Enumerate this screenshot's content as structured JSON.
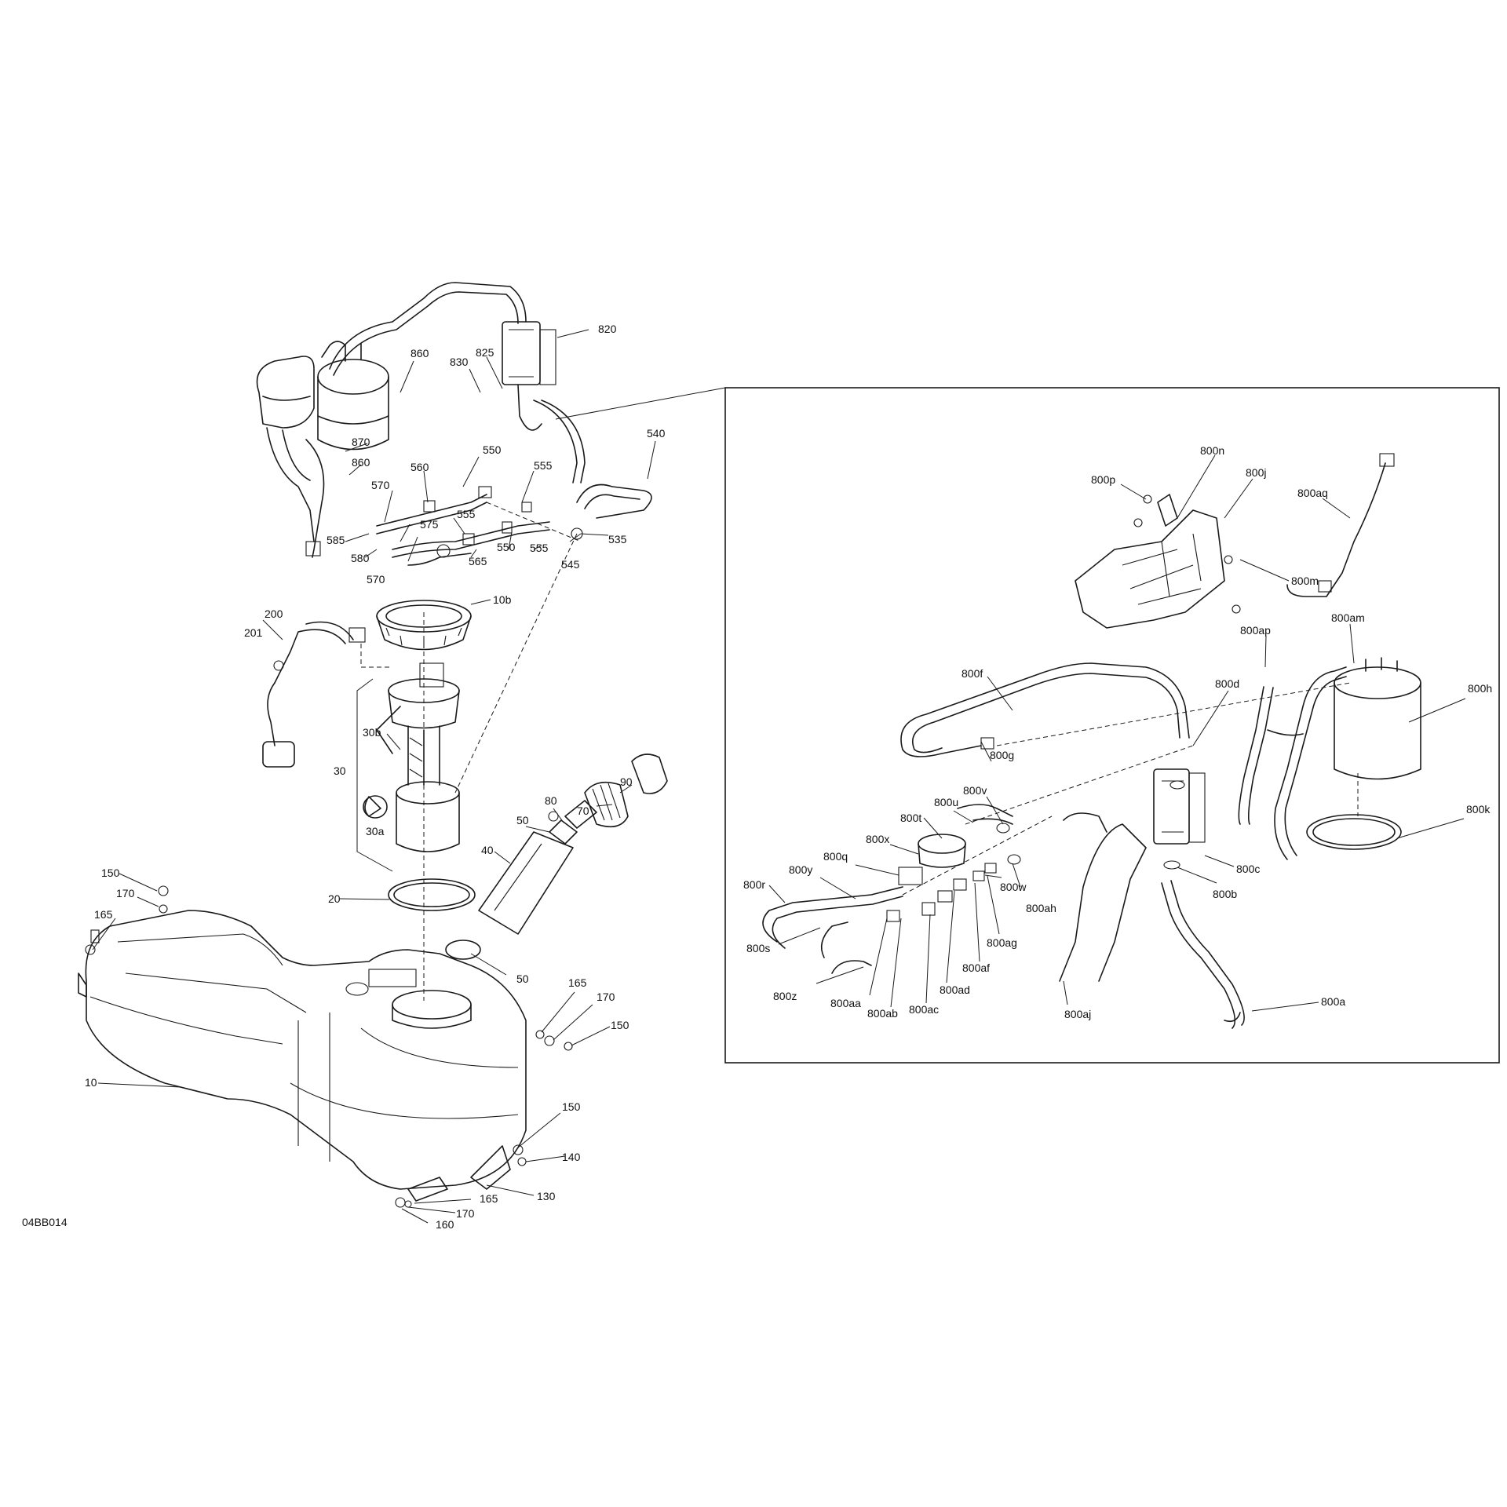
{
  "drawing": {
    "reference": "04BB014",
    "highlight_color": "#ffffff",
    "line_color": "#1a1a1a"
  },
  "labels": {
    "l820": "820",
    "l825": "825",
    "l830": "830",
    "l860a": "860",
    "l870": "870",
    "l860b": "860",
    "l560": "560",
    "l550a": "550",
    "l555a": "555",
    "l540": "540",
    "l570a": "570",
    "l575": "575",
    "l555b": "555",
    "l585": "585",
    "l580": "580",
    "l570b": "570",
    "l565": "565",
    "l550b": "550",
    "l555c": "555",
    "l545": "545",
    "l535": "535",
    "l10b": "10b",
    "l200": "200",
    "l201": "201",
    "l30b": "30b",
    "l30": "30",
    "l30a": "30a",
    "l90": "90",
    "l70": "70",
    "l80": "80",
    "l50a": "50",
    "l40": "40",
    "l20": "20",
    "l50b": "50",
    "l150a": "150",
    "l170a": "170",
    "l165a": "165",
    "l165b": "165",
    "l170b": "170",
    "l150b": "150",
    "l10": "10",
    "l150c": "150",
    "l140": "140",
    "l130": "130",
    "l165c": "165",
    "l170c": "170",
    "l160": "160",
    "l800n": "800n",
    "l800p": "800p",
    "l800j": "800j",
    "l800aq": "800aq",
    "l800m": "800m",
    "l800ap": "800ap",
    "l800am": "800am",
    "l800f": "800f",
    "l800d": "800d",
    "l800h": "800h",
    "l800g": "800g",
    "l800v": "800v",
    "l800u": "800u",
    "l800t": "800t",
    "l800k": "800k",
    "l800x": "800x",
    "l800q": "800q",
    "l800c": "800c",
    "l800r": "800r",
    "l800y": "800y",
    "l800w": "800w",
    "l800ah": "800ah",
    "l800b": "800b",
    "l800ag": "800ag",
    "l800s": "800s",
    "l800af": "800af",
    "l800z": "800z",
    "l800ad": "800ad",
    "l800aa": "800aa",
    "l800ab": "800ab",
    "l800ac": "800ac",
    "l800aj": "800aj",
    "l800a": "800a"
  }
}
